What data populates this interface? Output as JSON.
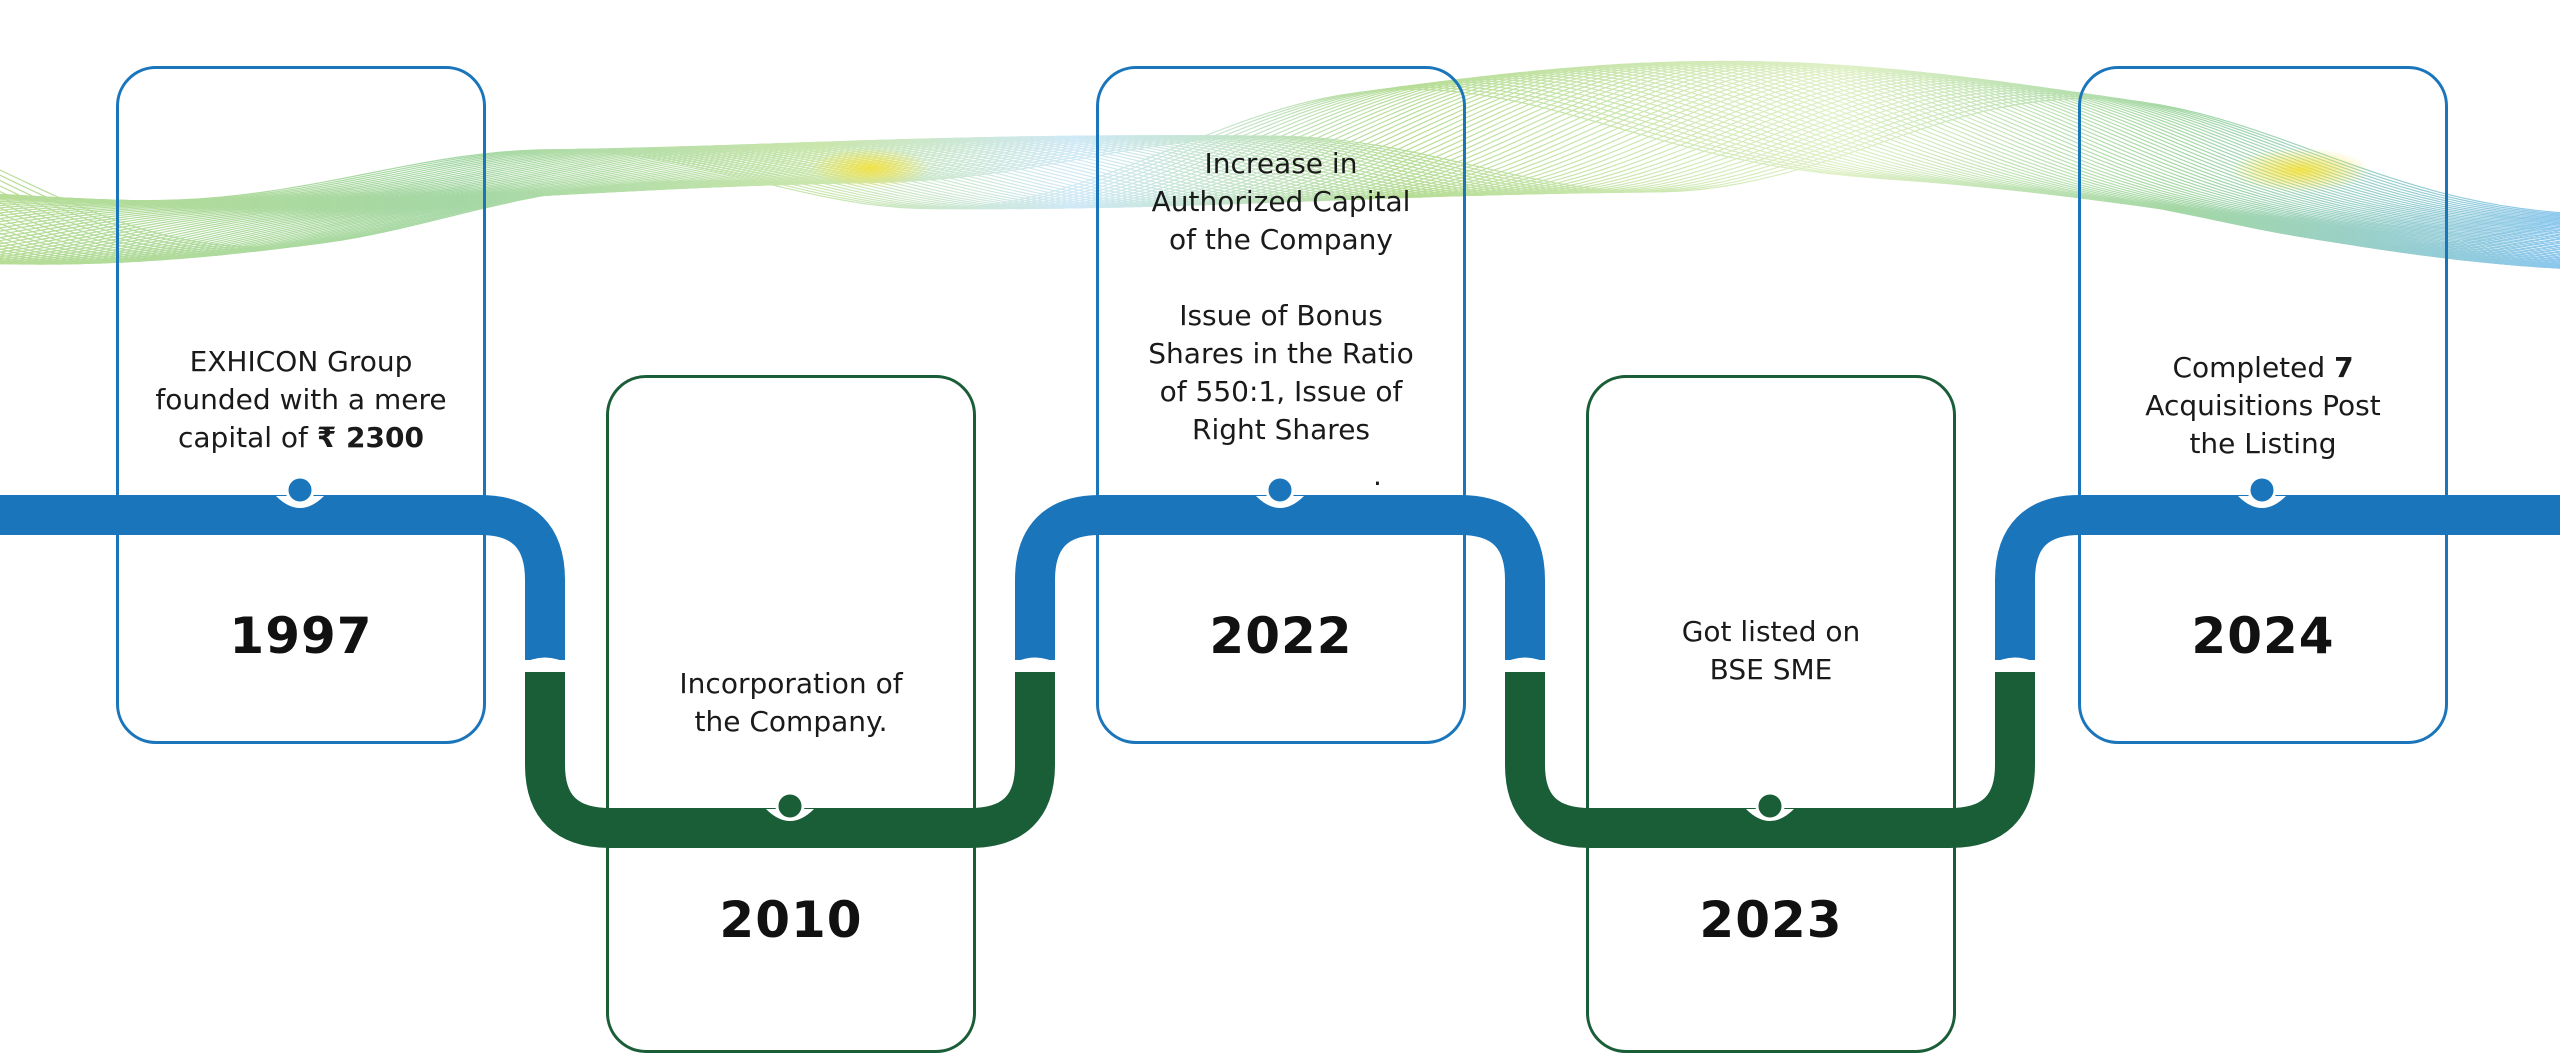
{
  "colors": {
    "blue": "#1b75bb",
    "green": "#1a5e38",
    "wave_green": "#7cc242",
    "wave_blue": "#3aa0d8",
    "wave_yellow": "#f4e13b"
  },
  "milestones": [
    {
      "year": "1997",
      "lines": [
        "EXHICON Group",
        "founded with a mere",
        "capital of "
      ],
      "bold_suffix": "₹ 2300",
      "row": "top",
      "color": "blue"
    },
    {
      "year": "2010",
      "lines": [
        "Incorporation of",
        "the Company."
      ],
      "row": "bottom",
      "color": "green"
    },
    {
      "year": "2022",
      "paragraphs": [
        [
          "Increase in",
          "Authorized Capital",
          "of the Company"
        ],
        [
          "Issue of Bonus",
          "Shares in the Ratio",
          "of 550:1, Issue of",
          "Right Shares"
        ]
      ],
      "trailing_mark": ".",
      "row": "top",
      "color": "blue"
    },
    {
      "year": "2023",
      "lines": [
        "Got listed on",
        "BSE SME"
      ],
      "row": "bottom",
      "color": "green"
    },
    {
      "year": "2024",
      "lines_rich": [
        {
          "text": "Completed ",
          "bold": "7"
        },
        {
          "text": "Acquisitions Post",
          "bold": ""
        },
        {
          "text": "the Listing",
          "bold": ""
        }
      ],
      "row": "top",
      "color": "blue"
    }
  ]
}
